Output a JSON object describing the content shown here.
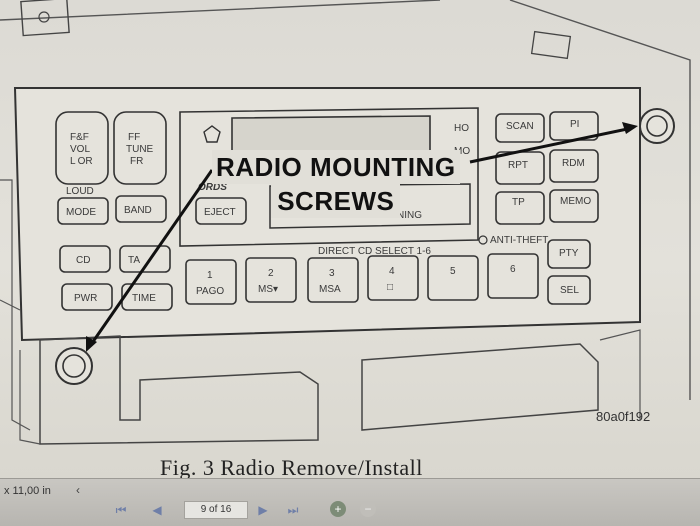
{
  "figure": {
    "callout_line1": "RADIO MOUNTING",
    "callout_line2": "SCREWS",
    "figure_id": "80a0f192",
    "caption": "Fig. 3 Radio Remove/Install"
  },
  "radio": {
    "left_knob_labels": [
      "F&F",
      "VOL",
      "L OR"
    ],
    "right_knob_labels": [
      "FF",
      "TUNE",
      "FR"
    ],
    "loud_label": "LOUD",
    "mode_label": "MODE",
    "band_label": "BAND",
    "rds_label": "ORDS",
    "eject_label": "EJECT",
    "cassette_text": "AUTO HEAD CLEANING",
    "ho_label": "HO",
    "mo_label": "MO",
    "scan_label": "SCAN",
    "pi_label": "PI",
    "rpt_label": "RPT",
    "rdm_label": "RDM",
    "tp_label": "TP",
    "memo_label": "MEMO",
    "antitheft_label": "ANTI-THEFT",
    "pty_label": "PTY",
    "sel_label": "SEL",
    "cd_label": "CD",
    "ta_label": "TA",
    "pwr_label": "PWR",
    "time_label": "TIME",
    "direct_label": "DIRECT CD SELECT 1-6",
    "presets": [
      {
        "num": "1",
        "sub": "PAGO"
      },
      {
        "num": "2",
        "sub": "MS▾"
      },
      {
        "num": "3",
        "sub": "MSA"
      },
      {
        "num": "4",
        "sub": "□"
      },
      {
        "num": "5",
        "sub": ""
      },
      {
        "num": "6",
        "sub": ""
      }
    ]
  },
  "viewer": {
    "page_size": "x 11,00 in",
    "page_counter": "9 of 16",
    "icons": {
      "first": "first-page-icon",
      "prev": "prev-page-icon",
      "next": "next-page-icon",
      "last": "last-page-icon",
      "zoom_in": "zoom-in-icon",
      "zoom_out": "zoom-out-icon"
    },
    "accent": "#6f7fa8"
  }
}
